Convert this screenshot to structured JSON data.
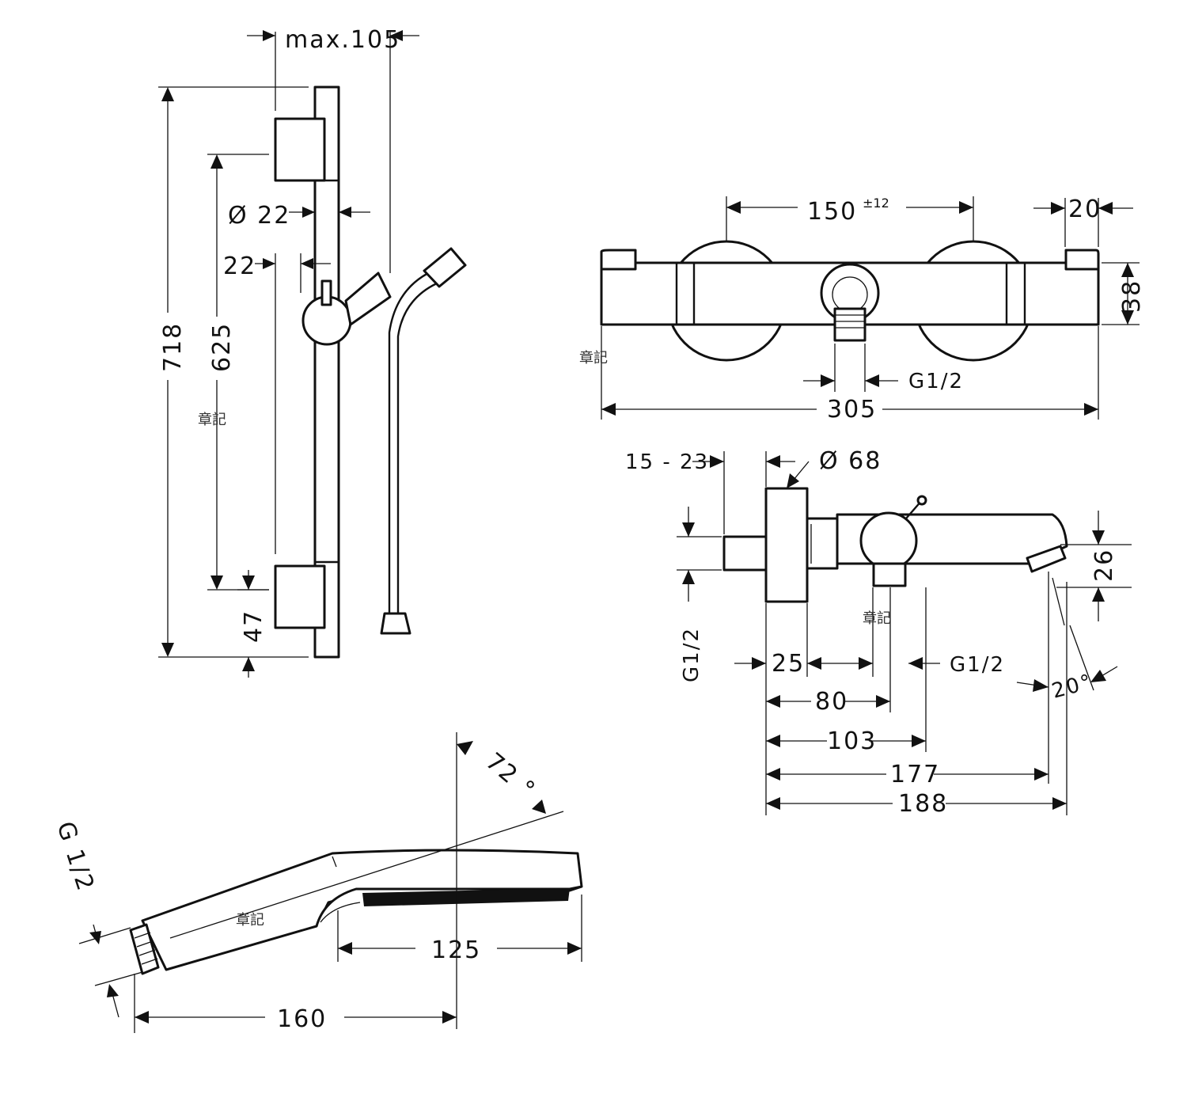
{
  "shower_rail": {
    "max_105": "max.105",
    "dia_22": "Ø 22",
    "d_22": "22",
    "d_718": "718",
    "d_625": "625",
    "d_47": "47",
    "watermark": "章記"
  },
  "thermostat_front": {
    "d_150": "150",
    "tol_150": "±12",
    "d_20": "20",
    "d_38": "38",
    "g12": "G1/2",
    "d_305": "305",
    "watermark": "章記"
  },
  "thermostat_side": {
    "d_15_23": "15 - 23",
    "dia_68": "Ø 68",
    "d_26": "26",
    "g12_left": "G1/2",
    "d_25": "25",
    "g12_right": "G1/2",
    "angle_20": "20°",
    "d_80": "80",
    "d_103": "103",
    "d_177": "177",
    "d_188": "188",
    "watermark": "章記"
  },
  "hand_shower": {
    "angle_72": "72 °",
    "g12": "G 1/2",
    "d_125": "125",
    "d_160": "160",
    "watermark": "章記"
  }
}
